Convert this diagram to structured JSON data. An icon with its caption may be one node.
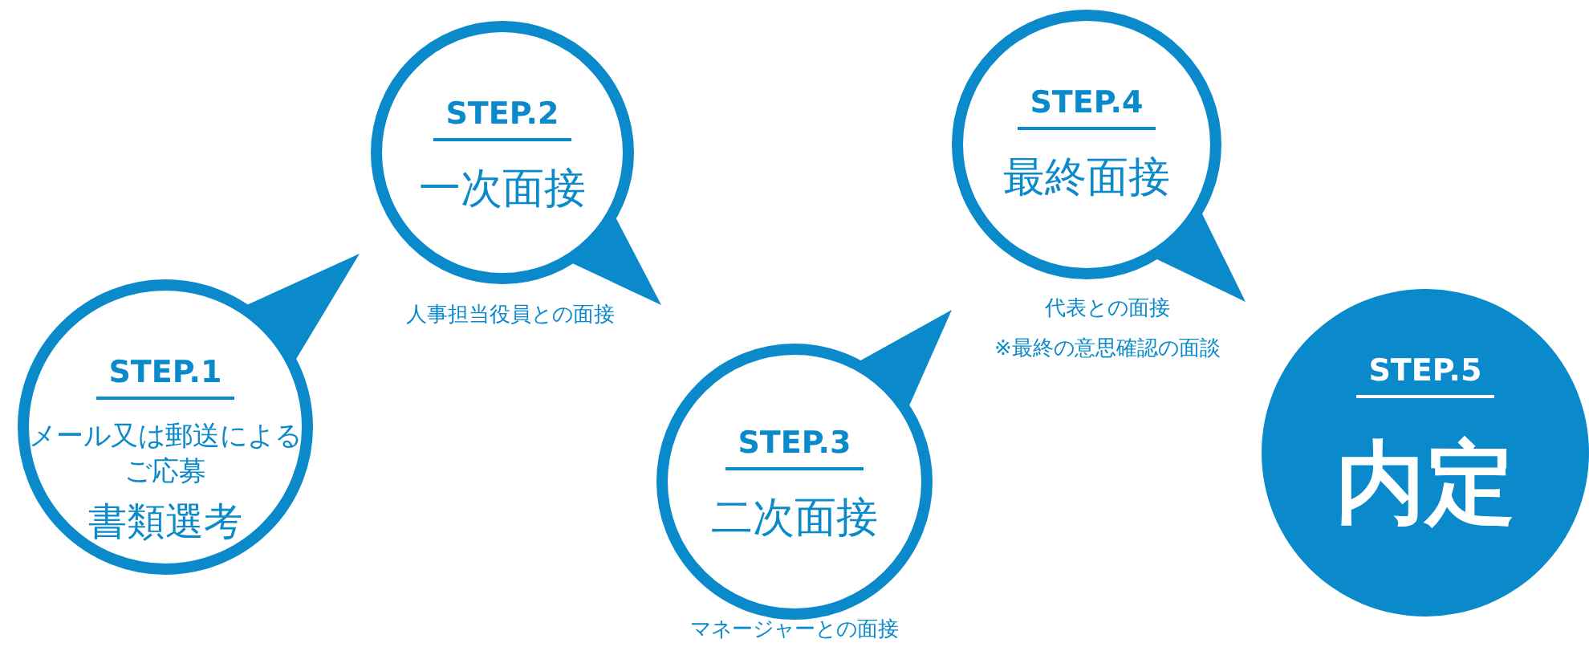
{
  "diagram": {
    "nodes": [
      {
        "text": [
          "STEP.1",
          "メール又は郵送によるご応募",
          "書類選考"
        ]
      },
      {
        "text": [
          "STEP.2",
          "一次面接"
        ],
        "beside": [
          "人事担当役員との面接"
        ]
      },
      {
        "text": [
          "STEP.3",
          "二次面接"
        ],
        "beside": [
          "マネージャーとの面接"
        ]
      },
      {
        "text": [
          "STEP.4",
          "最終面接"
        ],
        "beside": [
          "代表との面接",
          "※最終の意思確認の面談"
        ]
      },
      {
        "text": [
          "STEP.5",
          "内定"
        ]
      }
    ]
  }
}
